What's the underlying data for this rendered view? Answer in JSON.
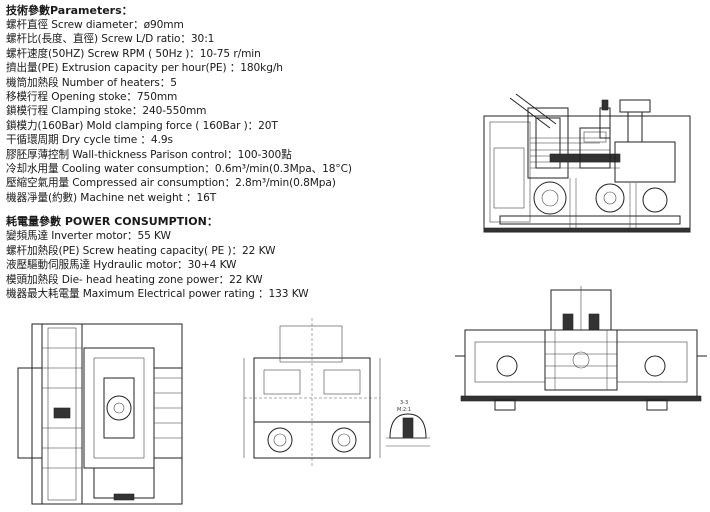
{
  "parameters": {
    "heading": "技術參數Parameters：",
    "rows": [
      "螺杆直徑 Screw diameter：ø90mm",
      "螺杆比(長度、直徑) Screw L/D ratio：30:1",
      "螺杆速度(50HZ) Screw RPM ( 50Hz )：10-75 r/min",
      "擠出量(PE) Extrusion capacity per hour(PE) ：180kg/h",
      "機筒加熱段  Number of heaters：5",
      "移模行程  Opening stoke：750mm",
      "鎖模行程  Clamping stoke：240-550mm",
      "鎖模力(160Bar) Mold clamping force ( 160Bar )：20T",
      "干循環周期  Dry cycle time ：4.9s",
      "膠胚厚薄控制  Wall-thickness Parison control：100-300點",
      "冷却水用量  Cooling water consumption：0.6m³/min(0.3Mpa、18°C)",
      "壓縮空氣用量  Compressed air consumption：2.8m³/min(0.8Mpa)",
      "機器凈量(約數) Machine net weight ：16T"
    ]
  },
  "power": {
    "heading": "耗電量參數  POWER CONSUMPTION：",
    "rows": [
      "變頻馬達  Inverter motor：55 KW",
      "螺杆加熱段(PE) Screw heating capacity( PE )：22 KW",
      "液壓驅動伺服馬達  Hydraulic motor：30+4 KW",
      "模頭加熱段  Die- head heating zone power：22 KW",
      "機器最大耗電量  Maximum Electrical power rating ：133 KW"
    ]
  },
  "drawing_labels": {
    "small_note_1": "3-3",
    "small_note_2": "M:2:1"
  }
}
